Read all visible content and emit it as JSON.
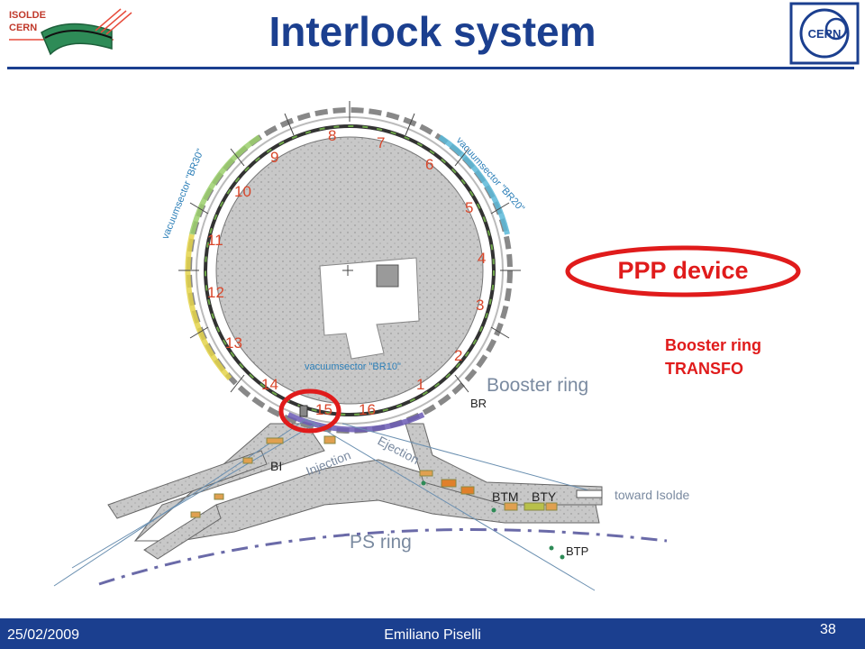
{
  "header": {
    "title": "Interlock system",
    "isolde_logo_text": [
      "ISOLDE",
      "CERN"
    ],
    "cern_logo_text": "CERN"
  },
  "diagram": {
    "period_numbers": [
      "1",
      "2",
      "3",
      "4",
      "5",
      "6",
      "7",
      "8",
      "9",
      "10",
      "11",
      "12",
      "13",
      "14",
      "15",
      "16"
    ],
    "vacuum_sectors": [
      "vacuumsector \"BR30\"",
      "vacuumsector \"BR20\"",
      "vacuumsector \"BR10\""
    ],
    "labels": {
      "booster_ring": "Booster ring",
      "br": "BR",
      "bi": "BI",
      "injection": "Injection",
      "ejection": "Ejection",
      "btm": "BTM",
      "bty": "BTY",
      "toward_isolde": "toward Isolde",
      "ps_ring": "PS ring",
      "btp": "BTP"
    },
    "colors": {
      "title_blue": "#1b3f8f",
      "highlight_red": "#e01b1b",
      "numbers_red": "#d9472b",
      "sector_blue": "#2c7fb8",
      "concrete_gray": "#c8c8c8"
    }
  },
  "callout": {
    "ppp_device": "PPP device",
    "note_line1": "Booster ring",
    "note_line2": "TRANSFO"
  },
  "footer": {
    "date": "25/02/2009",
    "author": "Emiliano Piselli",
    "page": "38"
  }
}
